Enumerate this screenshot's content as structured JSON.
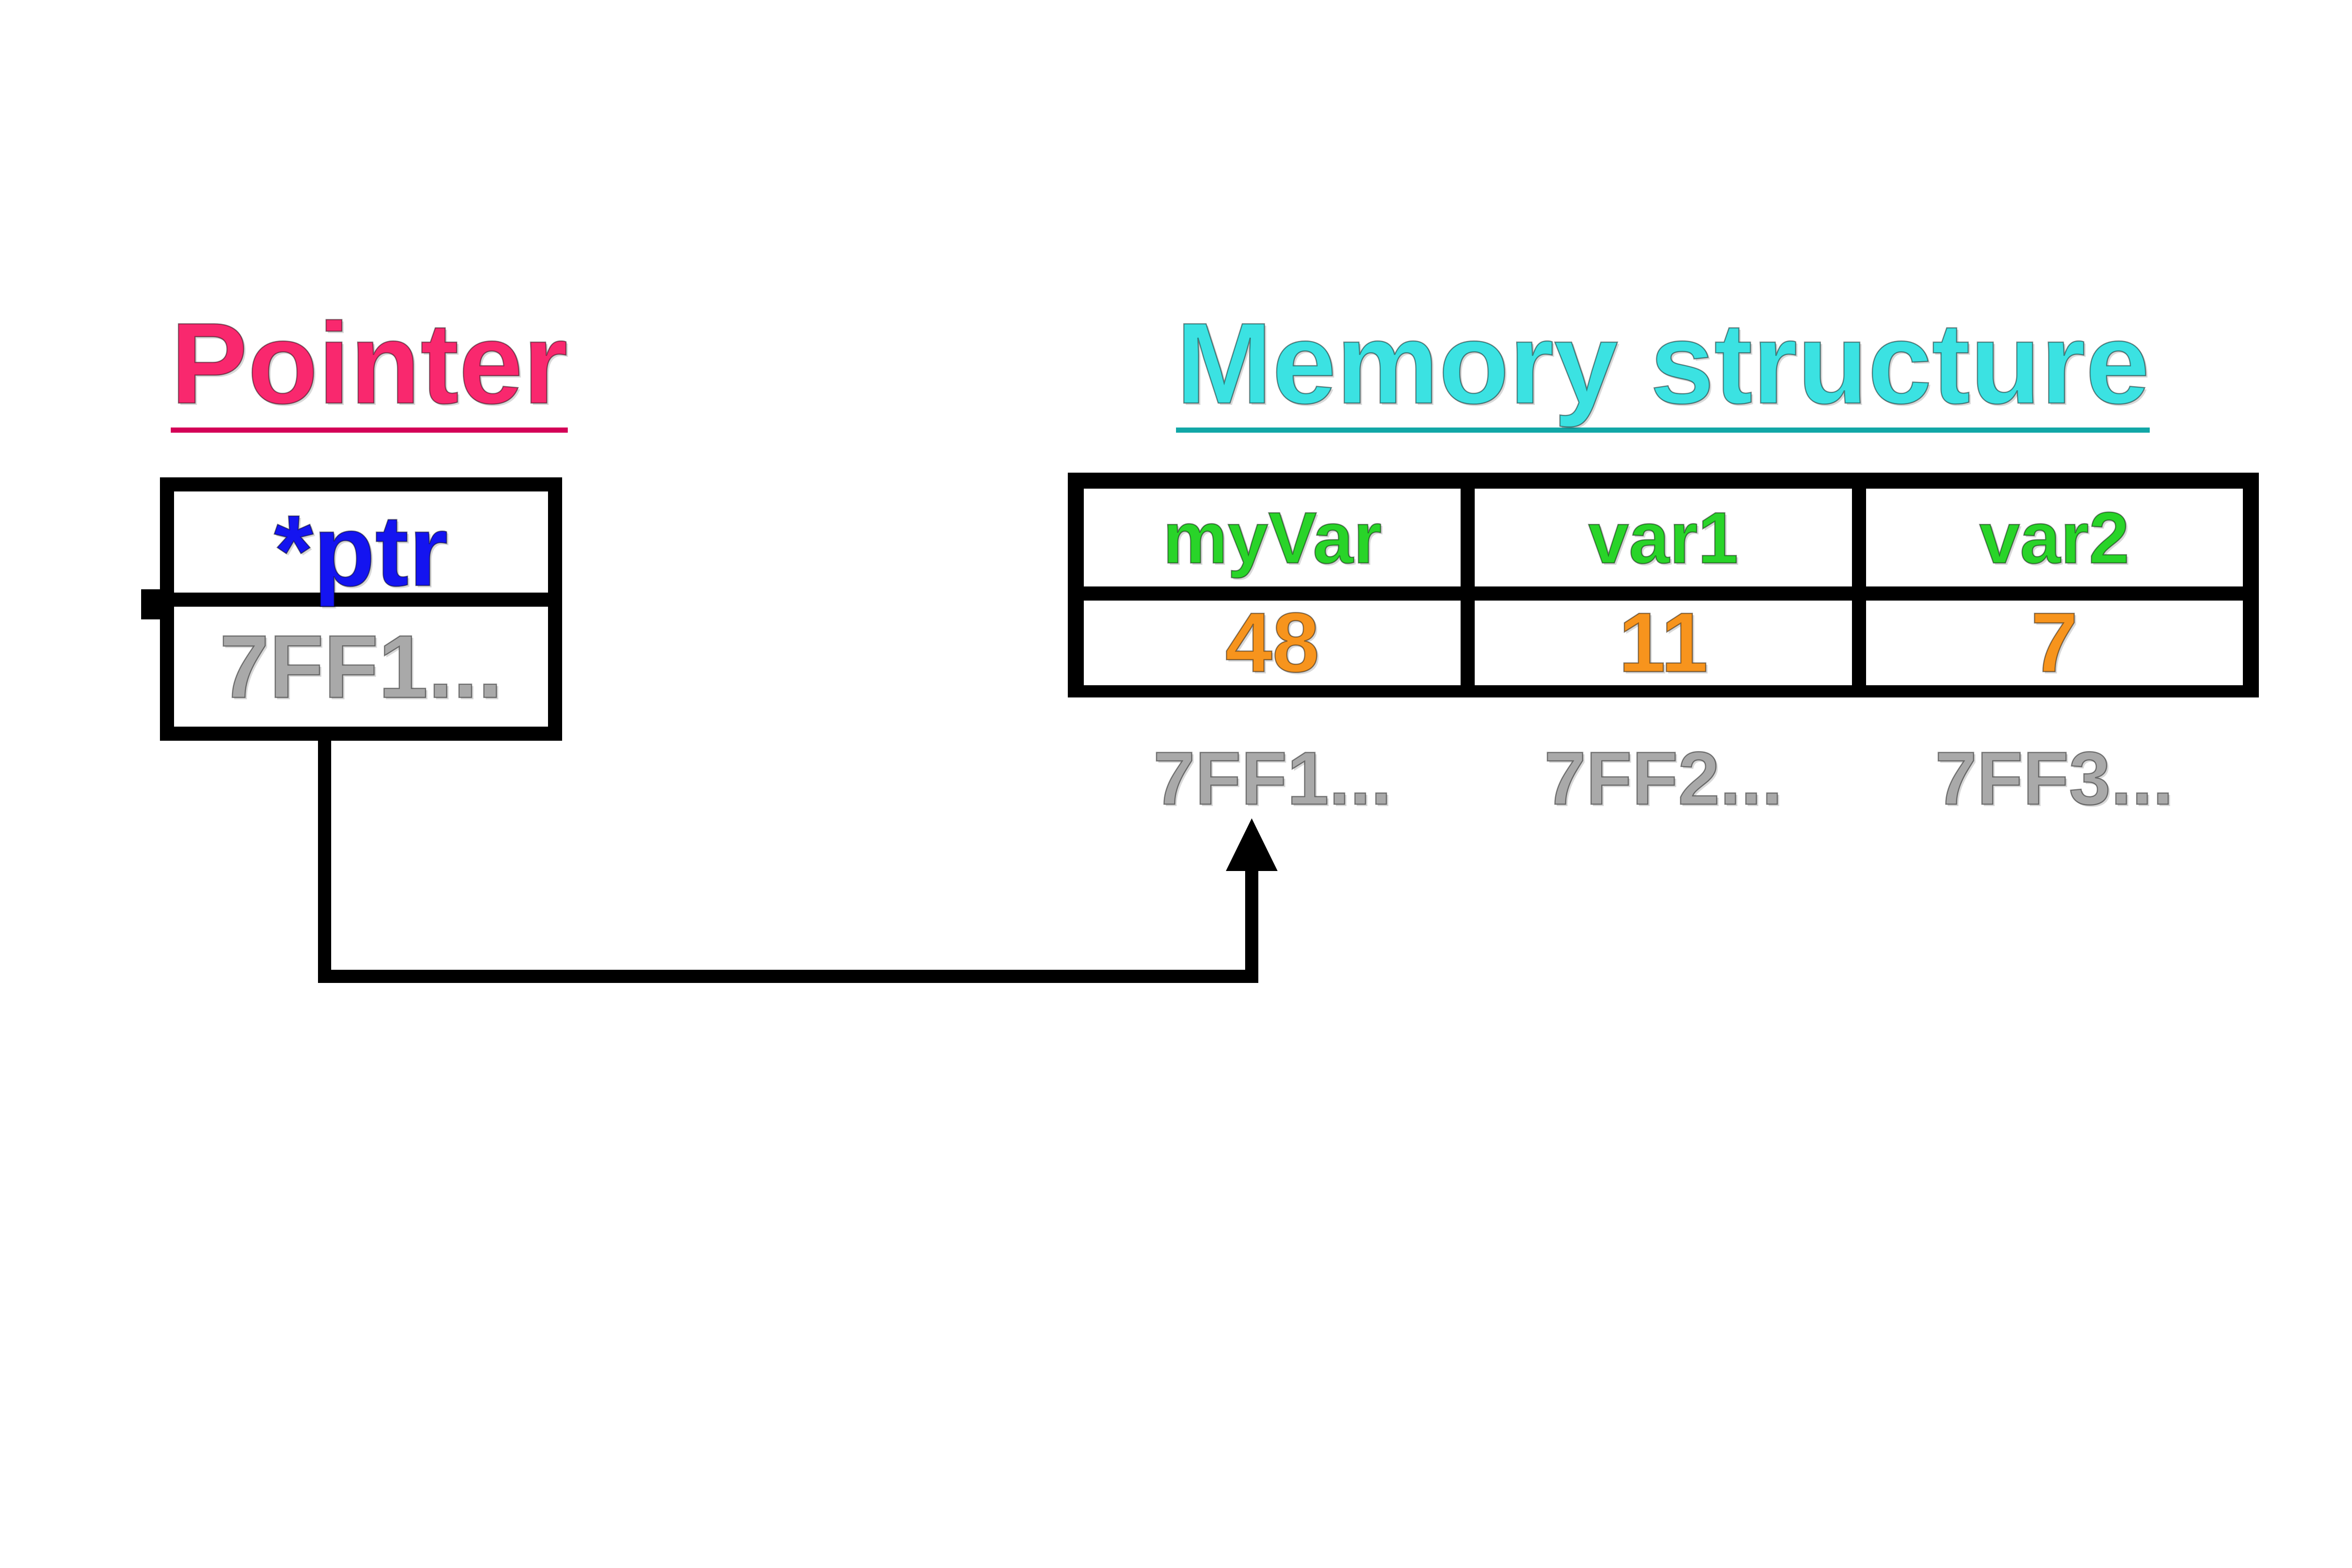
{
  "pointer_section": {
    "title": "Pointer",
    "box": {
      "label": "*ptr",
      "address": "7FF1..."
    }
  },
  "memory_section": {
    "title": "Memory structure",
    "cells": [
      {
        "name": "myVar",
        "value": "48",
        "address": "7FF1..."
      },
      {
        "name": "var1",
        "value": "11",
        "address": "7FF2..."
      },
      {
        "name": "var2",
        "value": "7",
        "address": "7FF3..."
      }
    ]
  },
  "colors": {
    "pointer_title": "#F9286E",
    "pointer_title_underline": "#D40057",
    "memory_title": "#3BE2E2",
    "memory_title_underline": "#12A7A7",
    "pointer_label": "#1414F0",
    "variable_name": "#29D429",
    "variable_value": "#F7941D",
    "address_text": "#A9A9A9",
    "line": "#000000",
    "background": "#FFFFFF"
  }
}
